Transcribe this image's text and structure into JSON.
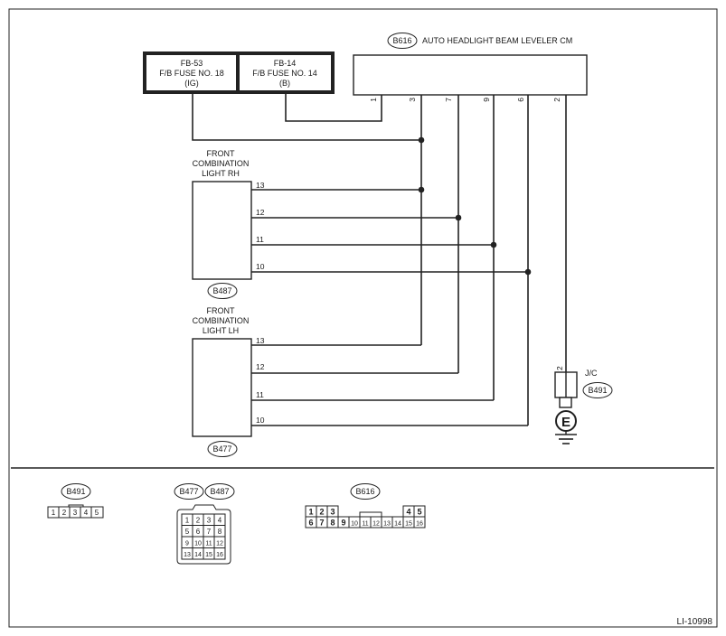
{
  "fuse1": {
    "line1": "FB-53",
    "line2": "F/B FUSE NO. 18",
    "line3": "(IG)"
  },
  "fuse2": {
    "line1": "FB-14",
    "line2": "F/B FUSE NO. 14",
    "line3": "(B)"
  },
  "cm": {
    "connector": "B616",
    "title": "AUTO HEADLIGHT BEAM LEVELER CM",
    "pins": [
      "1",
      "3",
      "7",
      "9",
      "6",
      "2"
    ]
  },
  "rh": {
    "line1": "FRONT",
    "line2": "COMBINATION",
    "line3": "LIGHT RH",
    "connector": "B487",
    "pins": [
      "13",
      "12",
      "11",
      "10"
    ]
  },
  "lh": {
    "line1": "FRONT",
    "line2": "COMBINATION",
    "line3": "LIGHT LH",
    "connector": "B477",
    "pins": [
      "13",
      "12",
      "11",
      "10"
    ]
  },
  "jc": {
    "label": "J/C",
    "connector": "B491",
    "pin": "2",
    "ground": "E"
  },
  "conn_b491": {
    "label": "B491",
    "cells": [
      "1",
      "2",
      "3",
      "4",
      "5"
    ]
  },
  "conn_b477": {
    "label1": "B477",
    "label2": "B487",
    "rows": [
      [
        "1",
        "2",
        "3",
        "4"
      ],
      [
        "5",
        "6",
        "7",
        "8"
      ],
      [
        "9",
        "10",
        "11",
        "12"
      ],
      [
        "13",
        "14",
        "15",
        "16"
      ]
    ]
  },
  "conn_b616": {
    "label": "B616",
    "top_left": [
      "1",
      "2",
      "3"
    ],
    "top_right": [
      "4",
      "5"
    ],
    "bottom": [
      "6",
      "7",
      "8",
      "9",
      "10",
      "11",
      "12",
      "13",
      "14",
      "15",
      "16"
    ]
  },
  "footer": {
    "code": "LI-10998"
  }
}
